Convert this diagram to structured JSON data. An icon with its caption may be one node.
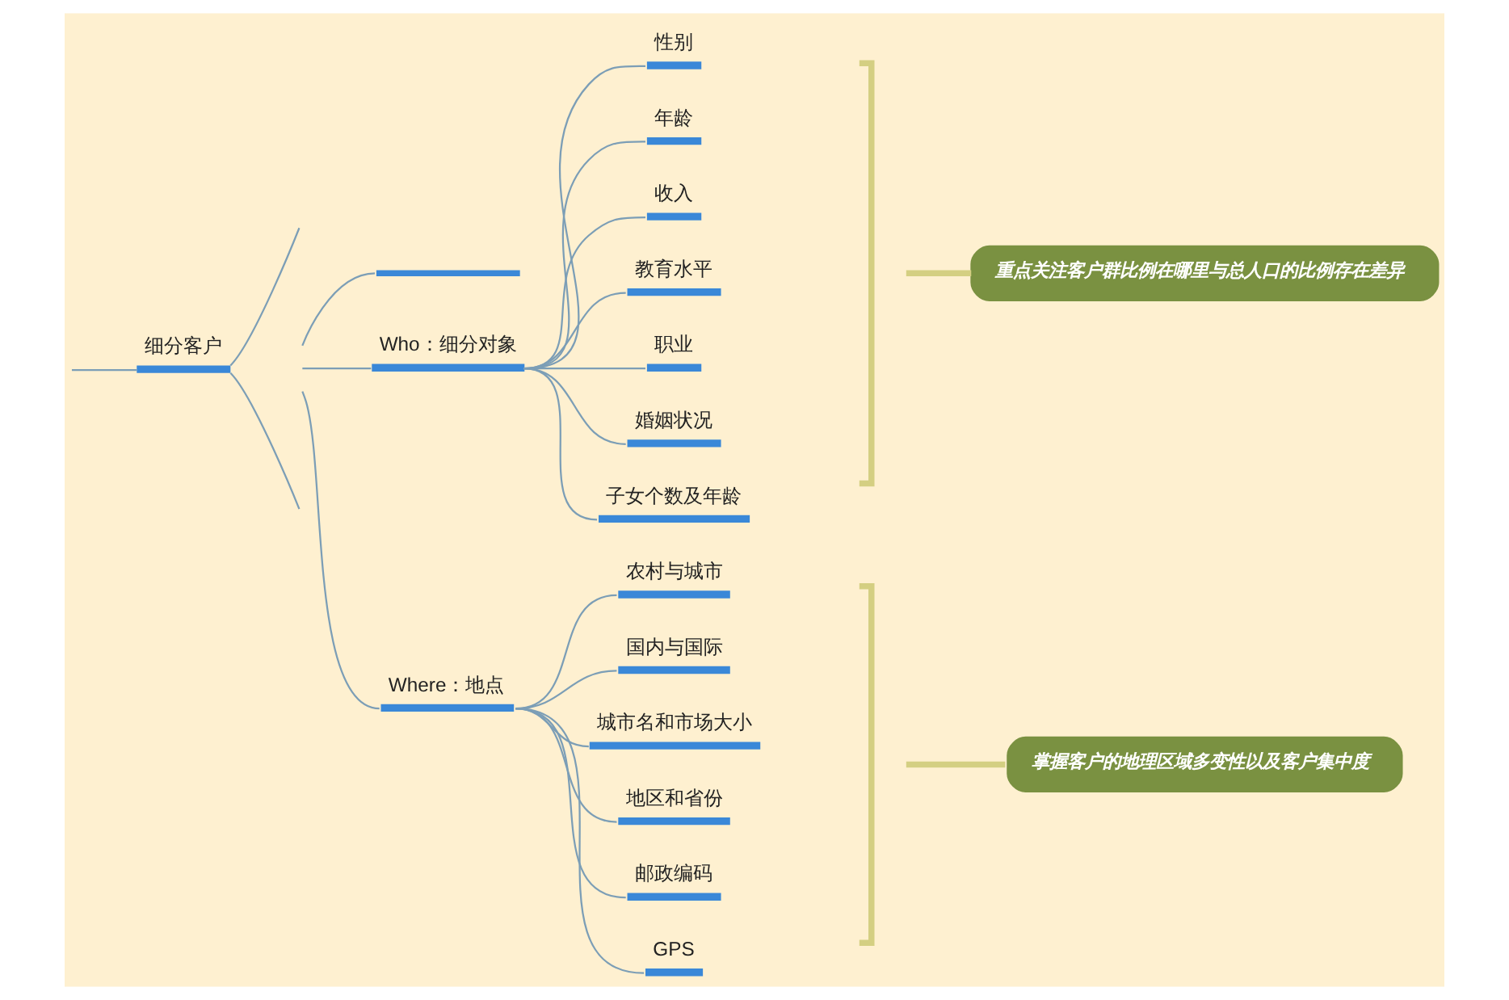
{
  "diagram": {
    "nodes": [
      {
        "text": [
          "细分客户"
        ]
      },
      {
        "text": [],
        "shape": "bar"
      },
      {
        "text": [
          "Who：细分对象"
        ]
      },
      {
        "text": [
          "性别"
        ]
      },
      {
        "text": [
          "年龄"
        ]
      },
      {
        "text": [
          "收入"
        ]
      },
      {
        "text": [
          "教育水平"
        ]
      },
      {
        "text": [
          "职业"
        ]
      },
      {
        "text": [
          "婚姻状况"
        ]
      },
      {
        "text": [
          "子女个数及年龄"
        ]
      },
      {
        "text": [
          "重点关注客户群比例在哪里与总人口的比例存在差异"
        ]
      },
      {
        "text": [
          "Where：地点"
        ]
      },
      {
        "text": [
          "农村与城市"
        ]
      },
      {
        "text": [
          "国内与国际"
        ]
      },
      {
        "text": [
          "城市名和市场大小"
        ]
      },
      {
        "text": [
          "地区和省份"
        ]
      },
      {
        "text": [
          "邮政编码"
        ]
      },
      {
        "text": [
          "GPS"
        ]
      },
      {
        "text": [
          "掌握客户的地理区域多变性以及客户集中度"
        ]
      }
    ],
    "edges": [
      {
        "from": null,
        "to": 0,
        "arrow": "none"
      },
      {
        "from": 0,
        "to": null,
        "arrow": "none"
      },
      {
        "from": 0,
        "to": null,
        "arrow": "none"
      },
      {
        "from": null,
        "to": 1,
        "arrow": "none"
      },
      {
        "from": null,
        "to": 2,
        "arrow": "none"
      },
      {
        "from": 2,
        "to": 3,
        "arrow": "none"
      },
      {
        "from": 2,
        "to": 4,
        "arrow": "none"
      },
      {
        "from": 2,
        "to": 5,
        "arrow": "none"
      },
      {
        "from": 2,
        "to": 6,
        "arrow": "none"
      },
      {
        "from": 2,
        "to": 7,
        "arrow": "none"
      },
      {
        "from": 2,
        "to": 8,
        "arrow": "none"
      },
      {
        "from": 2,
        "to": 9,
        "arrow": "none"
      },
      {
        "from": null,
        "to": 11,
        "arrow": "none"
      },
      {
        "from": 11,
        "to": 12,
        "arrow": "none"
      },
      {
        "from": 11,
        "to": 13,
        "arrow": "none"
      },
      {
        "from": 11,
        "to": 14,
        "arrow": "none"
      },
      {
        "from": 11,
        "to": 15,
        "arrow": "none"
      },
      {
        "from": 11,
        "to": 16,
        "arrow": "none"
      },
      {
        "from": 11,
        "to": 17,
        "arrow": "none"
      }
    ]
  }
}
